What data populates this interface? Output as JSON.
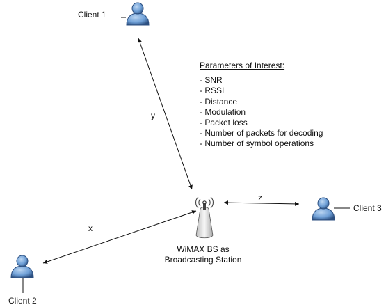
{
  "clients": {
    "client1": "Client 1",
    "client2": "Client 2",
    "client3": "Client 3"
  },
  "links": {
    "x": "x",
    "y": "y",
    "z": "z"
  },
  "base_station": {
    "line1": "WiMAX BS as",
    "line2": "Broadcasting Station"
  },
  "parameters": {
    "title": "Parameters of Interest:",
    "items": [
      "- SNR",
      "- RSSI",
      "- Distance",
      "- Modulation",
      "- Packet loss",
      "- Number of packets for decoding",
      "- Number of symbol operations"
    ]
  },
  "colors": {
    "user_icon": "#6e9fd6",
    "user_icon_dark": "#2c4f80",
    "antenna": "#e6e6e6"
  }
}
